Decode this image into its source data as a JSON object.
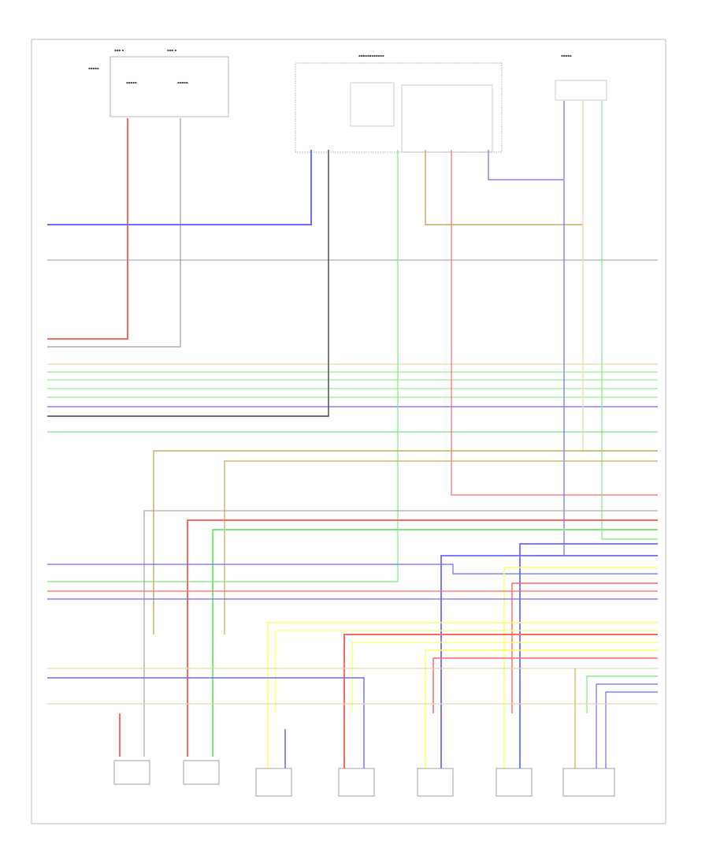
{
  "diagram": {
    "title": "Wiring Diagram",
    "footer": "",
    "wire_colors": {
      "RED": "#ff6666",
      "BLU": "#6b6bff",
      "GRN": "#77ee77",
      "YEL": "#ffff66",
      "BRN": "#c8aa55",
      "BLK": "#444444",
      "GRY": "#999999",
      "TAN": "#e8d6a8"
    },
    "components": [
      {
        "id": "fuse-box",
        "label": ""
      },
      {
        "id": "combination-switch",
        "label": ""
      },
      {
        "id": "outside-temp-sensor",
        "label": ""
      },
      {
        "id": "motor-1",
        "label": ""
      },
      {
        "id": "motor-2",
        "label": ""
      },
      {
        "id": "sensor-1",
        "label": ""
      },
      {
        "id": "sensor-2",
        "label": ""
      },
      {
        "id": "sensor-3",
        "label": ""
      },
      {
        "id": "sensor-4",
        "label": ""
      },
      {
        "id": "module-5",
        "label": ""
      }
    ]
  }
}
